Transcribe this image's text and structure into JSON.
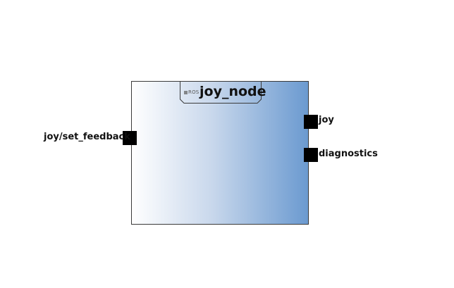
{
  "node": {
    "badge": "ROS",
    "name": "joy_node"
  },
  "inputs": [
    {
      "label": "joy/set_feedback"
    }
  ],
  "outputs": [
    {
      "label": "joy"
    },
    {
      "label": "diagnostics"
    }
  ],
  "colors": {
    "gradient_start": "#ffffff",
    "gradient_end": "#6b9ad0",
    "port": "#000000",
    "border": "#3a3a3a"
  }
}
